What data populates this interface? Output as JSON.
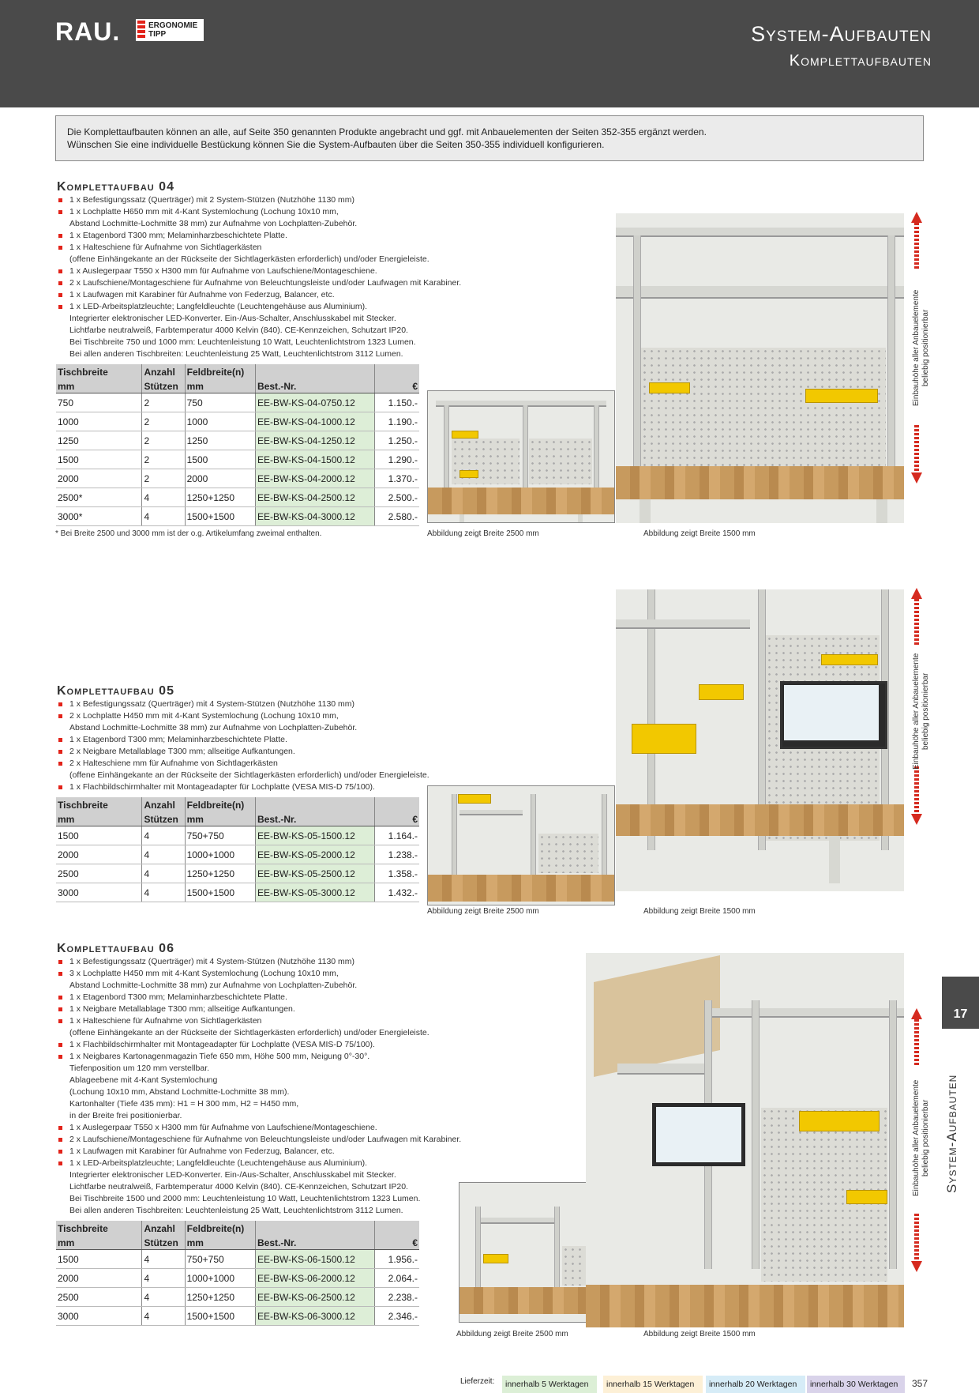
{
  "header": {
    "brand": "RAU.",
    "badge_line1": "ERGONOMIE",
    "badge_line2": "TIPP",
    "title": "System-Aufbauten",
    "subtitle": "Komplettaufbauten"
  },
  "intro": {
    "line1": "Die Komplettaufbauten können an alle, auf Seite 350 genannten Produkte angebracht und ggf. mit Anbauelementen der Seiten 352-355 ergänzt werden.",
    "line2": "Wünschen Sie eine individuelle Bestückung können Sie die System-Aufbauten über die Seiten 350-355 individuell konfigurieren."
  },
  "table_headers": {
    "col1a": "Tischbreite",
    "col1b": "mm",
    "col2a": "Anzahl",
    "col2b": "Stützen",
    "col3a": "Feldbreite(n)",
    "col3b": "mm",
    "col4": "Best.-Nr.",
    "col5": "€"
  },
  "vertical_label": {
    "line1": "Einbauhöhe aller Anbauelemente",
    "line2": "beliebig positionierbar"
  },
  "sections": [
    {
      "title": "Komplettaufbau 04",
      "features": [
        "1 x Befestigungssatz (Querträger) mit 2 System-Stützen (Nutzhöhe 1130 mm)",
        "1 x Lochplatte H650 mm mit 4-Kant Systemlochung (Lochung 10x10 mm,",
        "Abstand Lochmitte-Lochmitte 38 mm) zur Aufnahme von Lochplatten-Zubehör.",
        "1 x Etagenbord T300 mm; Melaminharzbeschichtete Platte.",
        "1 x Halteschiene für Aufnahme von Sichtlagerkästen",
        "(offene Einhängekante an der Rückseite der Sichtlagerkästen erforderlich) und/oder Energieleiste.",
        "1 x Auslegerpaar T550 x H300 mm für Aufnahme von Laufschiene/Montageschiene.",
        "2 x Laufschiene/Montageschiene für Aufnahme von Beleuchtungsleiste und/oder Laufwagen mit Karabiner.",
        "1 x Laufwagen mit Karabiner für Aufnahme von Federzug, Balancer, etc.",
        "1 x LED-Arbeitsplatzleuchte; Langfeldleuchte (Leuchtengehäuse aus Aluminium).",
        "Integrierter elektronischer LED-Konverter. Ein-/Aus-Schalter, Anschlusskabel mit Stecker.",
        "Lichtfarbe neutralweiß, Farbtemperatur 4000 Kelvin (840). CE-Kennzeichen, Schutzart IP20.",
        "Bei Tischbreite 750 und 1000 mm: Leuchtenleistung 10 Watt, Leuchtenlichtstrom 1323 Lumen.",
        "Bei allen anderen Tischbreiten: Leuchtenleistung 25 Watt, Leuchtenlichtstrom 3112 Lumen."
      ],
      "rows": [
        [
          "750",
          "2",
          "750",
          "EE-BW-KS-04-0750.12",
          "1.150.-"
        ],
        [
          "1000",
          "2",
          "1000",
          "EE-BW-KS-04-1000.12",
          "1.190.-"
        ],
        [
          "1250",
          "2",
          "1250",
          "EE-BW-KS-04-1250.12",
          "1.250.-"
        ],
        [
          "1500",
          "2",
          "1500",
          "EE-BW-KS-04-1500.12",
          "1.290.-"
        ],
        [
          "2000",
          "2",
          "2000",
          "EE-BW-KS-04-2000.12",
          "1.370.-"
        ],
        [
          "2500*",
          "4",
          "1250+1250",
          "EE-BW-KS-04-2500.12",
          "2.500.-"
        ],
        [
          "3000*",
          "4",
          "1500+1500",
          "EE-BW-KS-04-3000.12",
          "2.580.-"
        ]
      ],
      "note": "* Bei Breite 2500 und 3000 mm ist der o.g. Artikelumfang zweimal enthalten.",
      "caption_small": "Abbildung zeigt Breite 2500 mm",
      "caption_large": "Abbildung zeigt Breite 1500 mm"
    },
    {
      "title": "Komplettaufbau 05",
      "features": [
        "1 x Befestigungssatz (Querträger) mit 4 System-Stützen (Nutzhöhe 1130 mm)",
        "2 x Lochplatte H450 mm mit 4-Kant Systemlochung (Lochung 10x10 mm,",
        "Abstand Lochmitte-Lochmitte 38 mm) zur Aufnahme von Lochplatten-Zubehör.",
        "1 x Etagenbord T300 mm; Melaminharzbeschichtete Platte.",
        "2 x Neigbare Metallablage T300 mm; allseitige Aufkantungen.",
        "2 x Halteschiene mm für Aufnahme von Sichtlagerkästen",
        "(offene Einhängekante an der Rückseite der Sichtlagerkästen erforderlich) und/oder Energieleiste.",
        "1 x Flachbildschirmhalter mit Montageadapter für Lochplatte (VESA MIS-D 75/100)."
      ],
      "rows": [
        [
          "1500",
          "4",
          "750+750",
          "EE-BW-KS-05-1500.12",
          "1.164.-"
        ],
        [
          "2000",
          "4",
          "1000+1000",
          "EE-BW-KS-05-2000.12",
          "1.238.-"
        ],
        [
          "2500",
          "4",
          "1250+1250",
          "EE-BW-KS-05-2500.12",
          "1.358.-"
        ],
        [
          "3000",
          "4",
          "1500+1500",
          "EE-BW-KS-05-3000.12",
          "1.432.-"
        ]
      ],
      "caption_small": "Abbildung zeigt Breite 2500 mm",
      "caption_large": "Abbildung zeigt Breite 1500 mm"
    },
    {
      "title": "Komplettaufbau 06",
      "features": [
        "1 x Befestigungssatz (Querträger) mit 4 System-Stützen (Nutzhöhe 1130 mm)",
        "3 x Lochplatte H450 mm mit 4-Kant Systemlochung (Lochung 10x10 mm,",
        "Abstand Lochmitte-Lochmitte 38 mm) zur Aufnahme von Lochplatten-Zubehör.",
        "1 x Etagenbord T300 mm; Melaminharzbeschichtete Platte.",
        "1 x Neigbare Metallablage T300 mm; allseitige Aufkantungen.",
        "1 x Halteschiene für Aufnahme von Sichtlagerkästen",
        "(offene Einhängekante an der Rückseite der Sichtlagerkästen erforderlich) und/oder Energieleiste.",
        "1 x Flachbildschirmhalter mit Montageadapter für Lochplatte (VESA MIS-D 75/100).",
        "1 x Neigbares Kartonagenmagazin Tiefe 650 mm, Höhe 500 mm, Neigung 0°-30°.",
        "Tiefenposition um 120 mm verstellbar.",
        "Ablageebene mit 4-Kant Systemlochung",
        "(Lochung 10x10 mm, Abstand Lochmitte-Lochmitte 38 mm).",
        "Kartonhalter (Tiefe 435 mm): H1 = H 300 mm, H2 = H450 mm,",
        "in der Breite frei positionierbar.",
        "1 x Auslegerpaar T550 x H300 mm für Aufnahme von Laufschiene/Montageschiene.",
        "2 x Laufschiene/Montageschiene für Aufnahme von Beleuchtungsleiste und/oder Laufwagen mit Karabiner.",
        "1 x Laufwagen mit Karabiner für Aufnahme von Federzug, Balancer, etc.",
        "1 x LED-Arbeitsplatzleuchte; Langfeldleuchte (Leuchtengehäuse aus Aluminium).",
        "Integrierter elektronischer LED-Konverter. Ein-/Aus-Schalter, Anschlusskabel mit Stecker.",
        "Lichtfarbe neutralweiß, Farbtemperatur 4000 Kelvin (840). CE-Kennzeichen, Schutzart IP20.",
        "Bei Tischbreite 1500 und 2000 mm: Leuchtenleistung 10 Watt, Leuchtenlichtstrom 1323 Lumen.",
        "Bei allen anderen Tischbreiten: Leuchtenleistung 25 Watt, Leuchtenlichtstrom 3112 Lumen."
      ],
      "rows": [
        [
          "1500",
          "4",
          "750+750",
          "EE-BW-KS-06-1500.12",
          "1.956.-"
        ],
        [
          "2000",
          "4",
          "1000+1000",
          "EE-BW-KS-06-2000.12",
          "2.064.-"
        ],
        [
          "2500",
          "4",
          "1250+1250",
          "EE-BW-KS-06-2500.12",
          "2.238.-"
        ],
        [
          "3000",
          "4",
          "1500+1500",
          "EE-BW-KS-06-3000.12",
          "2.346.-"
        ]
      ],
      "caption_small": "Abbildung zeigt Breite 2500 mm",
      "caption_large": "Abbildung zeigt Breite 1500 mm"
    }
  ],
  "side_tab": {
    "number": "17",
    "title": "System-Aufbauten"
  },
  "footer": {
    "label": "Lieferzeit:",
    "lead_times": [
      {
        "text": "innerhalb 5 Werktagen",
        "color": "#dcefd6"
      },
      {
        "text": "innerhalb 15 Werktagen",
        "color": "#fdf0d6"
      },
      {
        "text": "innerhalb 20 Werktagen",
        "color": "#d6ecf7"
      },
      {
        "text": "innerhalb 30 Werktagen",
        "color": "#d9d3ea"
      }
    ],
    "page_number": "357"
  },
  "colors": {
    "header_bg": "#4a4a4a",
    "accent_red": "#e2231a",
    "price_col_bg": "#ddeed7"
  }
}
